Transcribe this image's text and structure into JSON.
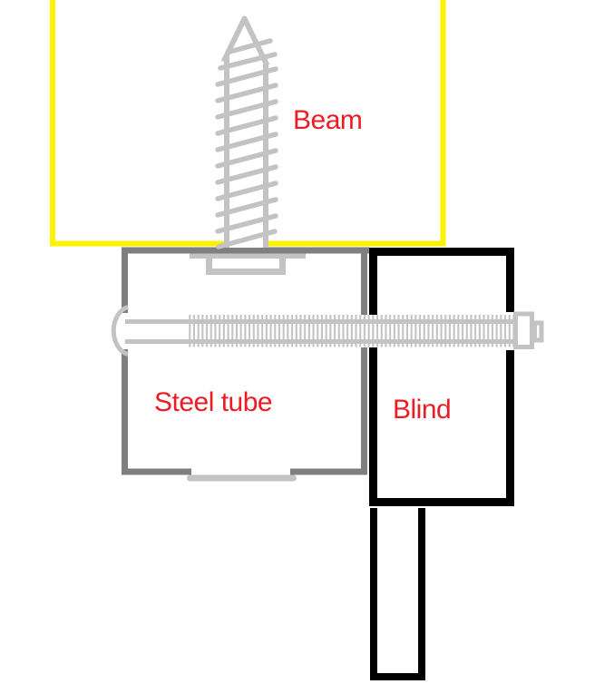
{
  "labels": {
    "beam": "Beam",
    "steel_tube": "Steel tube",
    "blind": "Blind"
  },
  "colors": {
    "beam_yellow": "#FFF200",
    "tube_gray": "#7F7F7F",
    "fastener_gray": "#C3C3C3",
    "blind_black": "#000000",
    "label_red": "#ED1C24",
    "background": "#FFFFFF"
  }
}
